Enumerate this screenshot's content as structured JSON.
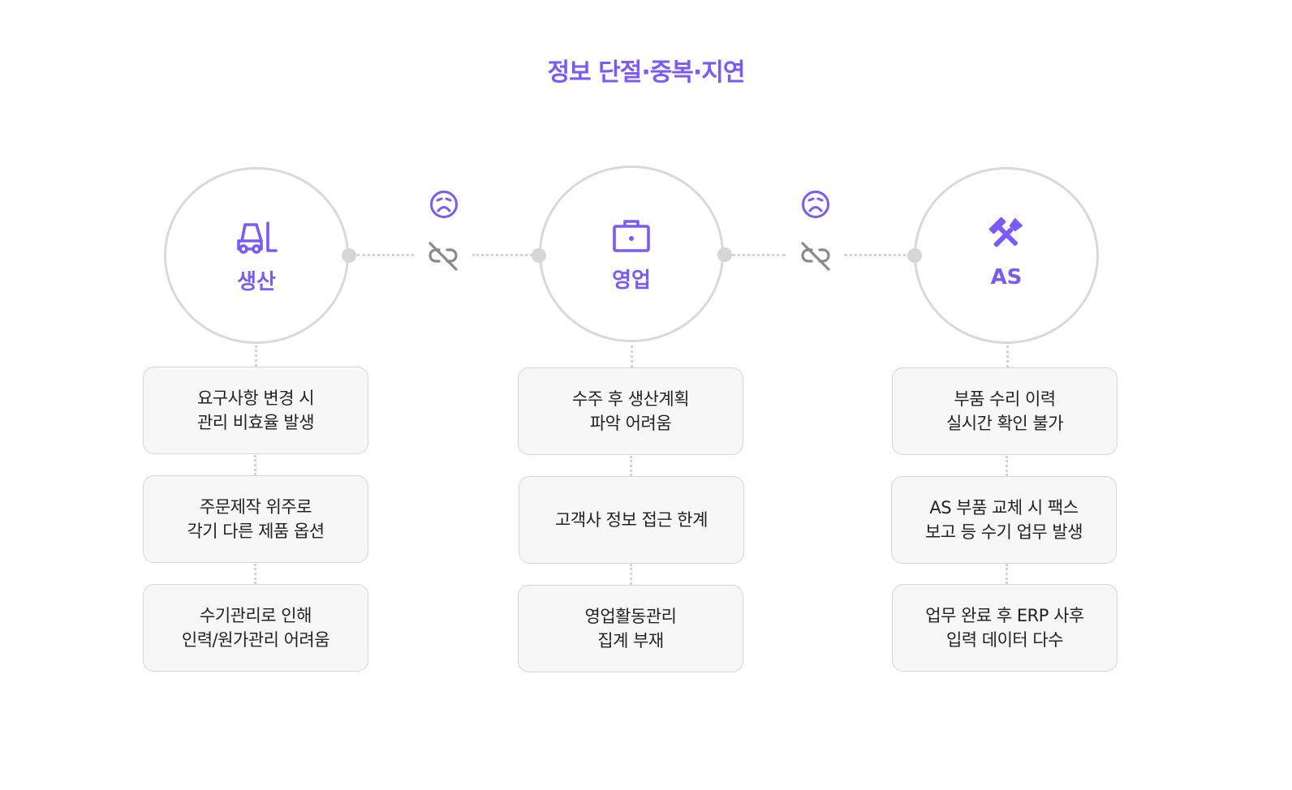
{
  "colors": {
    "accent": "#7a5af8",
    "line": "#d4d4d4"
  },
  "title": "정보 단절·중복·지연",
  "departments": [
    {
      "label": "생산",
      "icon": "forklift-icon",
      "issues": [
        {
          "line1": "요구사항 변경 시",
          "line2": "관리 비효율 발생"
        },
        {
          "line1": "주문제작 위주로",
          "line2": "각기 다른 제품 옵션"
        },
        {
          "line1": "수기관리로 인해",
          "line2": "인력/원가관리 어려움"
        }
      ]
    },
    {
      "label": "영업",
      "icon": "briefcase-icon",
      "issues": [
        {
          "line1": "수주 후 생산계획",
          "line2": "파악 어려움"
        },
        {
          "line1": "고객사 정보 접근 한계",
          "line2": ""
        },
        {
          "line1": "영업활동관리",
          "line2": "집계 부재"
        }
      ]
    },
    {
      "label": "AS",
      "icon": "tools-icon",
      "issues": [
        {
          "line1": "부품 수리 이력",
          "line2": "실시간 확인 불가"
        },
        {
          "line1": "AS 부품 교체 시 팩스",
          "line2": "보고 등 수기 업무 발생"
        },
        {
          "line1": "업무 완료 후 ERP 사후",
          "line2": "입력 데이터 다수"
        }
      ]
    }
  ],
  "connectors": [
    {
      "status_icon": "sad-face-icon",
      "link_icon": "broken-link-icon"
    },
    {
      "status_icon": "sad-face-icon",
      "link_icon": "broken-link-icon"
    }
  ]
}
